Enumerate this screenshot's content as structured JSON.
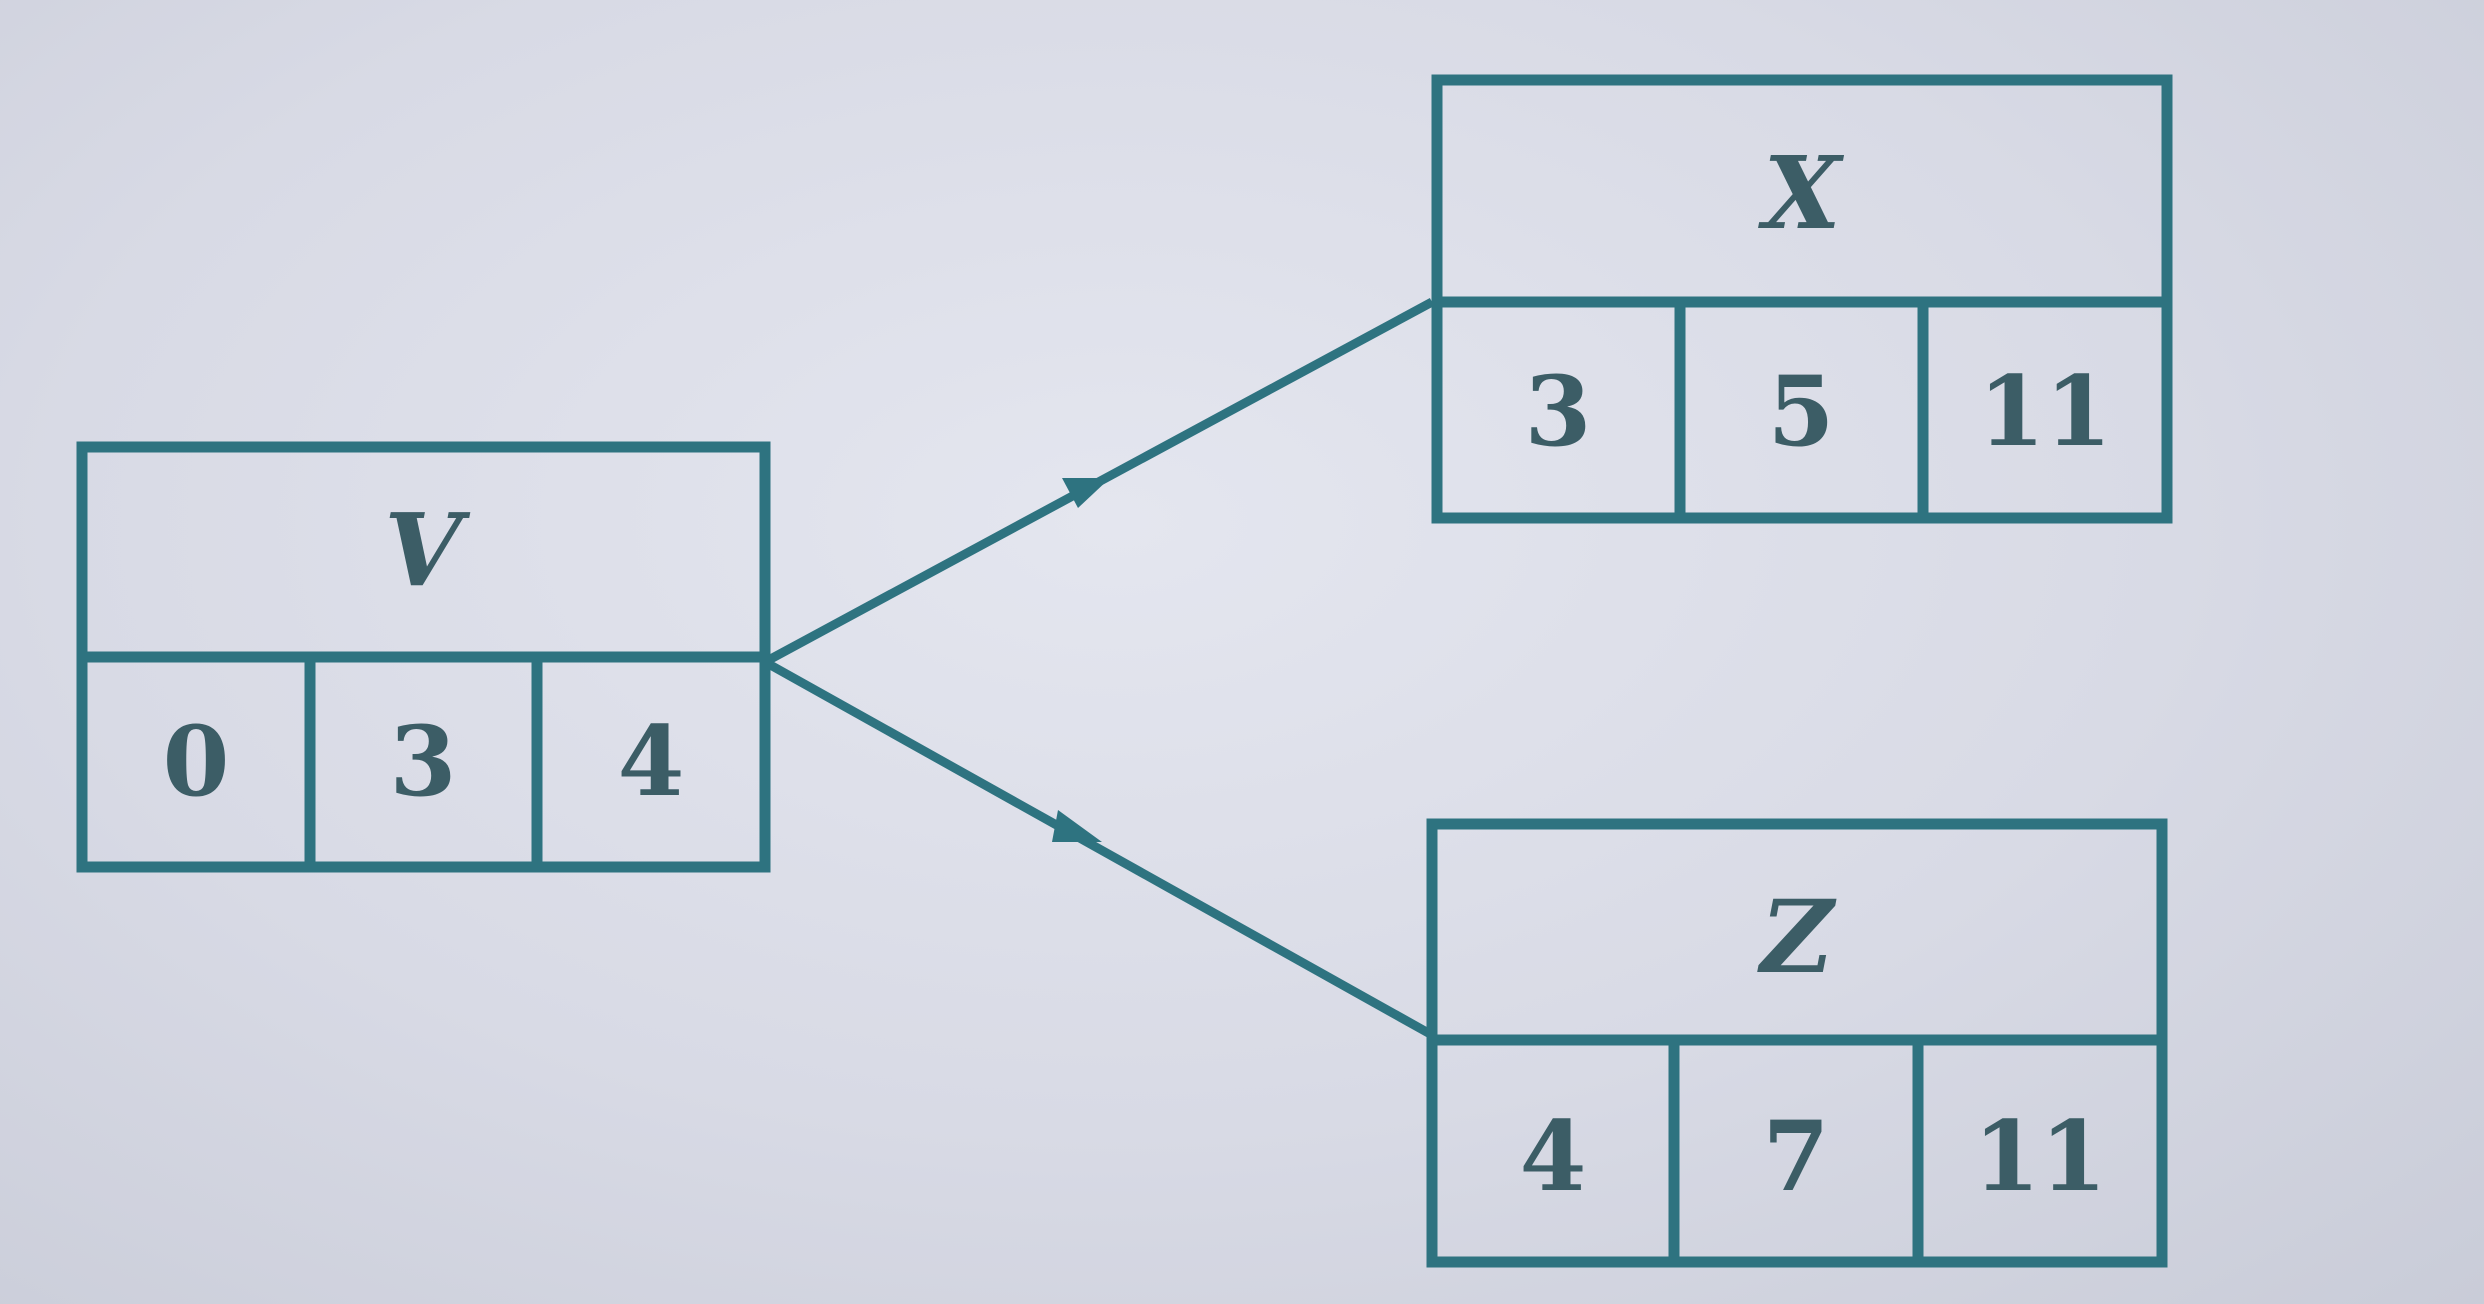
{
  "nodes": [
    {
      "id": "V",
      "title": "V",
      "values": [
        "0",
        "3",
        "4"
      ]
    },
    {
      "id": "X",
      "title": "X",
      "values": [
        "3",
        "5",
        "11"
      ]
    },
    {
      "id": "Z",
      "title": "Z",
      "values": [
        "4",
        "7",
        "11"
      ]
    }
  ],
  "edges": [
    {
      "from": "V",
      "to": "X"
    },
    {
      "from": "V",
      "to": "Z"
    }
  ],
  "colors": {
    "line": "#2e7380",
    "text": "#3c5d66",
    "background": "#d6d8e3"
  }
}
